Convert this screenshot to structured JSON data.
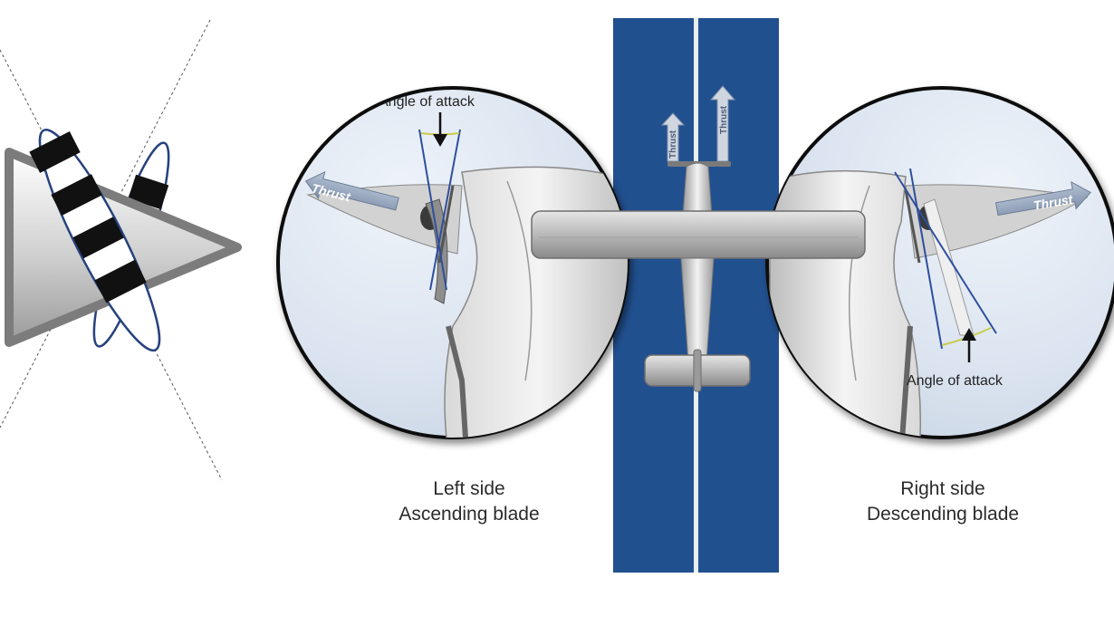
{
  "labels": {
    "angle_of_attack": "Angle of attack",
    "thrust": "Thrust",
    "left_side": "Left side",
    "ascending_blade": "Ascending blade",
    "right_side": "Right side",
    "descending_blade": "Descending blade"
  },
  "colors": {
    "runway": "#21508f",
    "runway_center": "#e8eef8",
    "chord_line": "#2e4f9e",
    "aoa_arc": "#c8cc4a",
    "lens_sky": "#dfe8f3",
    "spinner_dark": "#7c7c7c",
    "blade_outline": "#26427e"
  },
  "icons": {
    "thrust_arrow": "thrust-arrow-icon",
    "airplane": "airplane-top-icon",
    "spinner": "spinner-cone-icon"
  }
}
